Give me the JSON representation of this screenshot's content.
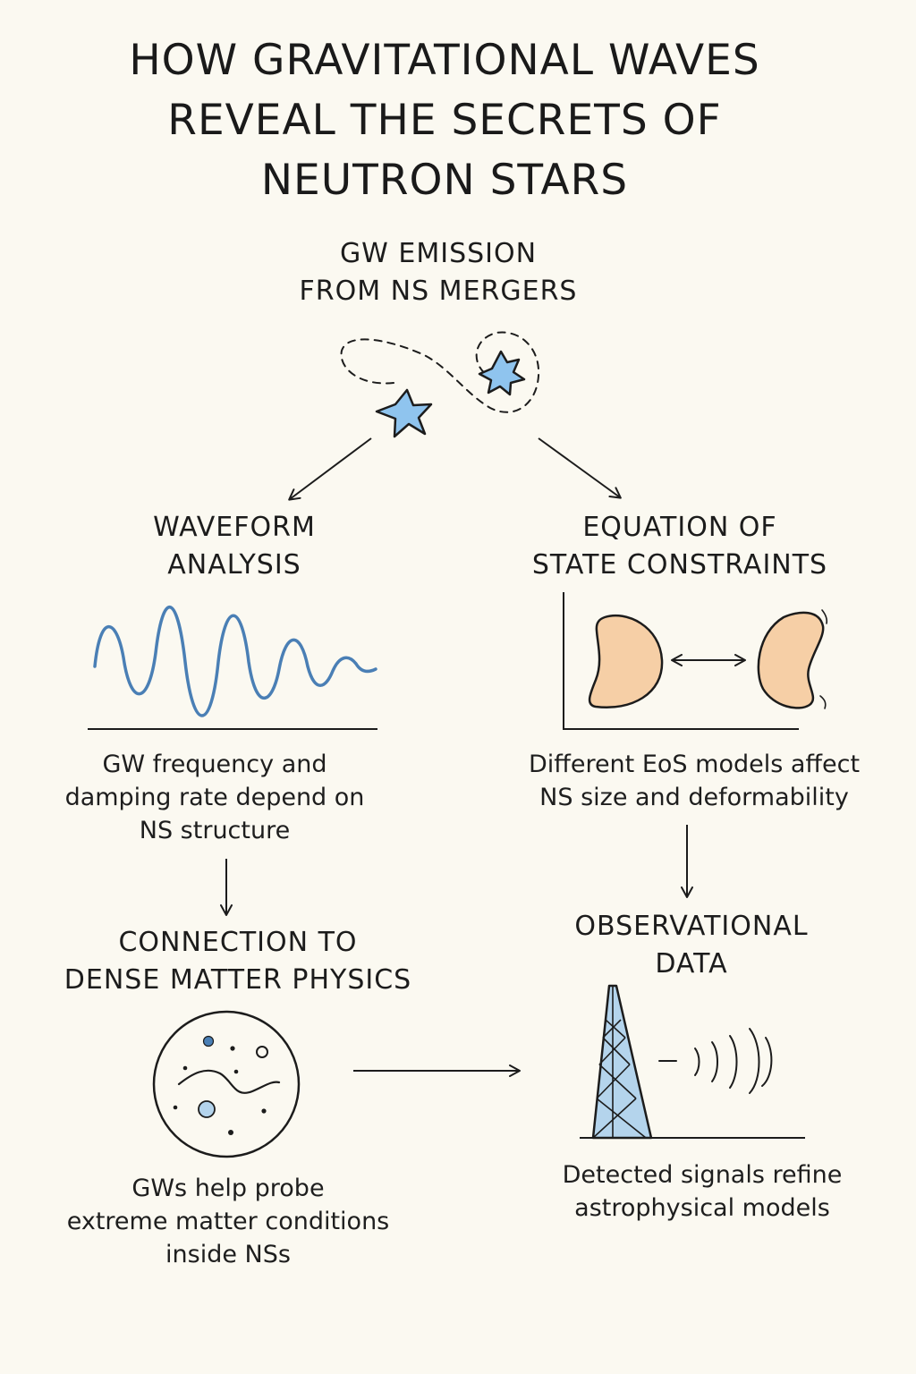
{
  "title": {
    "line1": "HOW GRAVITATIONAL WAVES",
    "line2": "REVEAL THE SECRETS OF",
    "line3": "NEUTRON STARS"
  },
  "gw_emission": {
    "line1": "GW EMISSION",
    "line2": "FROM NS MERGERS",
    "icon": "binary-neutron-star-icon"
  },
  "waveform_analysis": {
    "line1": "WAVEFORM",
    "line2": "ANALYSIS",
    "icon": "waveform-icon",
    "desc_line1": "GW frequency and",
    "desc_line2": "damping rate depend on",
    "desc_line3": "NS structure"
  },
  "eos_constraints": {
    "line1": "EQUATION OF",
    "line2": "STATE CONSTRAINTS",
    "icon": "deformed-star-icon",
    "desc_line1": "Different EoS models affect",
    "desc_line2": "NS size and deformability"
  },
  "dense_matter": {
    "line1": "CONNECTION TO",
    "line2": "DENSE MATTER PHYSICS",
    "icon": "particle-circle-icon",
    "desc_line1": "GWs help probe",
    "desc_line2": "extreme matter conditions",
    "desc_line3": "inside NSs"
  },
  "observational_data": {
    "line1": "OBSERVATIONAL",
    "line2": "DATA",
    "icon": "antenna-tower-icon",
    "desc_line1": "Detected signals refine",
    "desc_line2": "astrophysical models"
  },
  "colors": {
    "star_fill": "#8fc4ee",
    "wave_stroke": "#4a7fb5",
    "deformed_star_fill": "#f6cfa6",
    "tower_fill": "#b4d4ec",
    "ink": "#1c1c1c",
    "background": "#fbf9f1"
  }
}
